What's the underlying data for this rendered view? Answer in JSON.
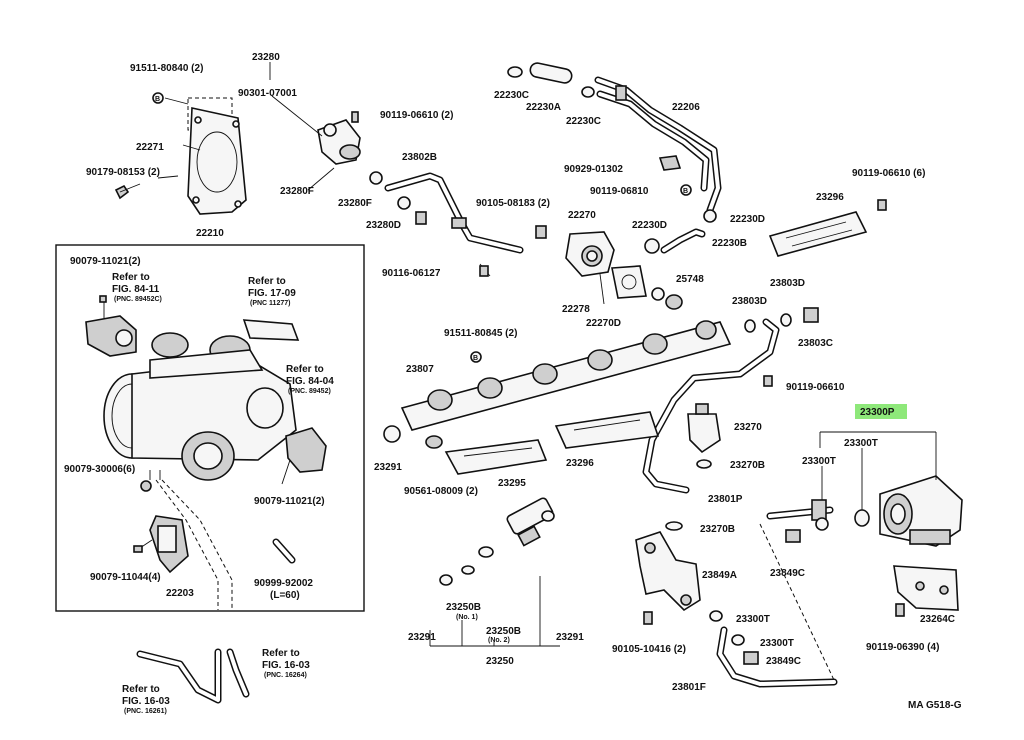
{
  "labels": {
    "p_91511_80840": "91511-80840 (2)",
    "p_23280": "23280",
    "p_90301_07001": "90301-07001",
    "p_90119_06610_2": "90119-06610 (2)",
    "p_22271": "22271",
    "p_90179_08153": "90179-08153 (2)",
    "p_23280f_a": "23280F",
    "p_23280f_b": "23280F",
    "p_23802b": "23802B",
    "p_23280d": "23280D",
    "p_22210": "22210",
    "p_90116_06127": "90116-06127",
    "p_22230c_a": "22230C",
    "p_22230a": "22230A",
    "p_22230c_b": "22230C",
    "p_22206": "22206",
    "p_90929_01302": "90929-01302",
    "p_90119_06810": "90119-06810",
    "p_90105_08183": "90105-08183 (2)",
    "p_22270": "22270",
    "p_22230d_a": "22230D",
    "p_22230d_b": "22230D",
    "p_22230b": "22230B",
    "p_90119_06610_6": "90119-06610 (6)",
    "p_23296_a": "23296",
    "p_25748": "25748",
    "p_22278": "22278",
    "p_22270d": "22270D",
    "p_23803d_a": "23803D",
    "p_23803d_b": "23803D",
    "p_23803c": "23803C",
    "p_90079_11021_2a": "90079-11021(2)",
    "p_91511_80845": "91511-80845 (2)",
    "p_23807": "23807",
    "p_90119_06610": "90119-06610",
    "p_23300p": "23300P",
    "p_23300t_a": "23300T",
    "p_23300t_b": "23300T",
    "p_23270": "23270",
    "p_23270b": "23270B",
    "p_23291_a": "23291",
    "p_90561_08009": "90561-08009 (2)",
    "p_23295": "23295",
    "p_23296_b": "23296",
    "p_23801p": "23801P",
    "p_90079_30006": "90079-30006(6)",
    "p_90079_11021_2b": "90079-11021(2)",
    "p_23270b_b": "23270B",
    "p_23849a": "23849A",
    "p_23849c_a": "23849C",
    "p_90079_11044": "90079-11044(4)",
    "p_22203": "22203",
    "p_90999_92002": "90999-92002",
    "p_l60": "(L=60)",
    "p_23250b_a": "23250B",
    "p_23250b_b": "23250B",
    "p_23291_b": "23291",
    "p_23291_c": "23291",
    "p_23250": "23250",
    "p_23264c": "23264C",
    "p_90119_06390": "90119-06390 (4)",
    "p_23300t_c": "23300T",
    "p_23300t_d": "23300T",
    "p_90105_10416": "90105-10416 (2)",
    "p_23849c_b": "23849C",
    "p_23801f": "23801F",
    "p_ma_g518g": "MA  G518-G",
    "no1": "(No. 1)",
    "no2": "(No. 2)"
  },
  "refs": {
    "r1_line1": "Refer to",
    "r1_line2": "FIG. 84-11",
    "r1_line3": "(PNC. 89452C)",
    "r2_line1": "Refer to",
    "r2_line2": "FIG. 17-09",
    "r2_line3": "(PNC 11277)",
    "r3_line1": "Refer to",
    "r3_line2": "FIG. 84-04",
    "r3_line3": "(PNC. 89452)",
    "r4_line1": "Refer to",
    "r4_line2": "FIG. 16-03",
    "r4_line3": "(PNC. 16264)",
    "r5_line1": "Refer to",
    "r5_line2": "FIG. 16-03",
    "r5_line3": "(PNC. 16261)"
  },
  "markers": {
    "b_symbol": "B"
  },
  "colors": {
    "highlight": "#8ee87a",
    "ink": "#111111"
  }
}
